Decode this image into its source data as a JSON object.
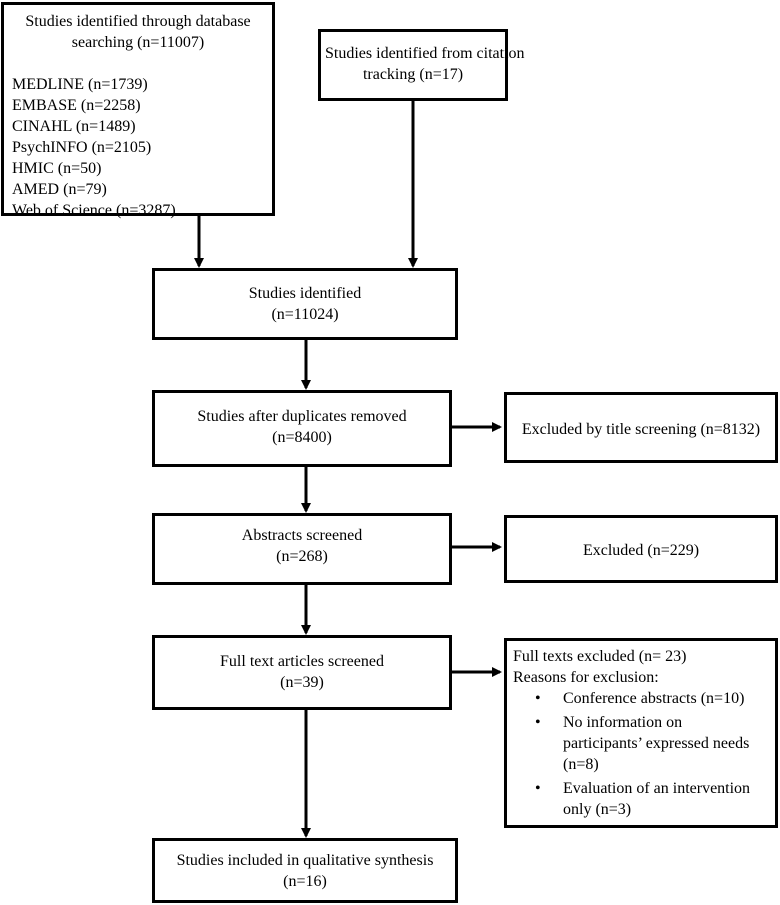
{
  "diagram": {
    "database_box": {
      "title_lines": [
        "Studies identified through database",
        "searching (n=11007)"
      ],
      "sources": [
        "MEDLINE (n=1739)",
        "EMBASE (n=2258)",
        "CINAHL (n=1489)",
        "PsychINFO (n=2105)",
        "HMIC (n=50)",
        "AMED (n=79)",
        "Web of Science (n=3287)"
      ]
    },
    "citation_box": {
      "lines": [
        "Studies identified from citation",
        "tracking (n=17)"
      ]
    },
    "identified_box": {
      "lines": [
        "Studies identified",
        "(n=11024)"
      ]
    },
    "duplicates_box": {
      "lines": [
        "Studies after duplicates removed",
        "(n=8400)"
      ]
    },
    "title_excluded_box": {
      "text": "Excluded by title screening (n=8132)"
    },
    "abstracts_box": {
      "lines": [
        "Abstracts screened",
        "(n=268)"
      ]
    },
    "abstracts_excluded_box": {
      "text": "Excluded (n=229)"
    },
    "fulltext_box": {
      "lines": [
        "Full text articles screened",
        "(n=39)"
      ]
    },
    "fulltext_excluded_box": {
      "title": "Full texts excluded (n= 23)",
      "reasons_label": "Reasons for exclusion:",
      "reasons": [
        [
          "Conference abstracts (n=10)"
        ],
        [
          "No information on",
          "participants’ expressed needs",
          "(n=8)"
        ],
        [
          "Evaluation of an intervention",
          "only (n=3)"
        ]
      ]
    },
    "included_box": {
      "lines": [
        "Studies included in qualitative synthesis",
        "(n=16)"
      ]
    }
  }
}
